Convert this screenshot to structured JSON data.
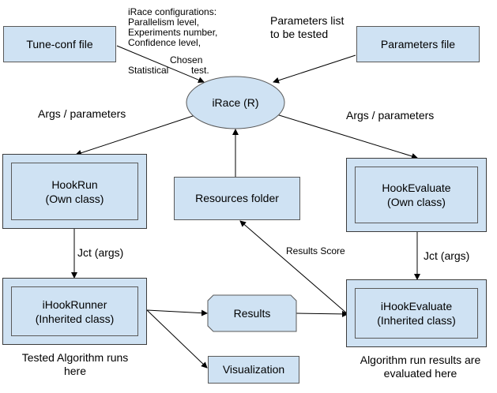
{
  "nodes": {
    "tune_conf": "Tune-conf file",
    "parameters_file": "Parameters file",
    "irace": "iRace (R)",
    "hookrun": [
      "HookRun",
      "(Own class)"
    ],
    "resources": "Resources folder",
    "hookevaluate": [
      "HookEvaluate",
      "(Own class)"
    ],
    "ihookrunner": [
      "iHookRunner",
      "(Inherited class)"
    ],
    "ihookevaluate": [
      "iHookEvaluate",
      "(Inherited class)"
    ],
    "results": "Results",
    "visualization": "Visualization"
  },
  "annotations": {
    "irace_configs": [
      "iRace configurations:",
      "Parallelism level,",
      "Experiments number,",
      "Confidence level,",
      "Chosen",
      "Statistical",
      "test."
    ],
    "parameters_list": [
      "Parameters list",
      "to be tested"
    ],
    "args_left": "Args / parameters",
    "args_right": "Args / parameters",
    "jct_left": "Jct (args)",
    "jct_right": "Jct (args)",
    "results_score": "Results Score",
    "tested_runs": [
      "Tested Algorithm runs",
      "here"
    ],
    "evaluated": [
      "Algorithm run results are",
      "evaluated here"
    ]
  }
}
